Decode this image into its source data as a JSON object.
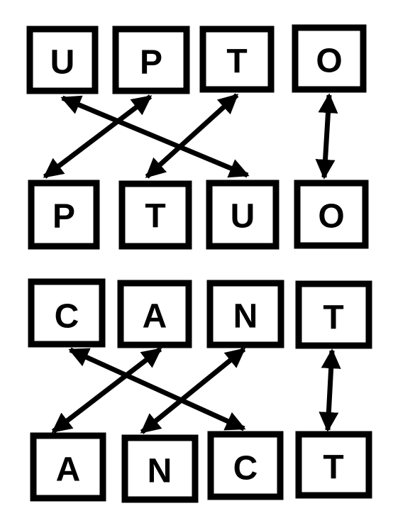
{
  "groups": [
    {
      "top_word": [
        "U",
        "P",
        "T",
        "O"
      ],
      "bottom_word": [
        "P",
        "T",
        "U",
        "O"
      ]
    },
    {
      "top_word": [
        "C",
        "A",
        "N",
        "T"
      ],
      "bottom_word": [
        "A",
        "N",
        "C",
        "T"
      ]
    }
  ],
  "colors": {
    "ink": "#000000",
    "background": "#ffffff"
  },
  "icons": {
    "connector": "double-headed-arrow-icon"
  }
}
